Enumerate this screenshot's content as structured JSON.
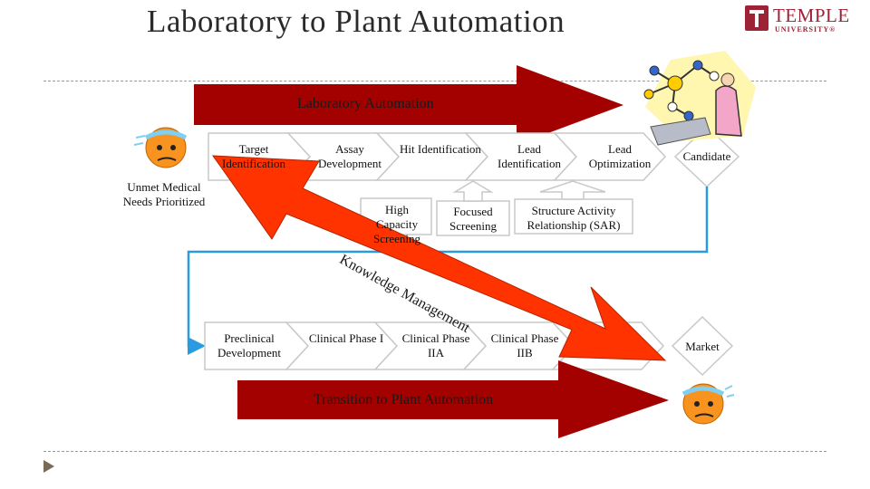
{
  "slide": {
    "title": "Laboratory to Plant Automation",
    "logo": {
      "name": "TEMPLE",
      "sub": "UNIVERSITY®"
    }
  },
  "diagram": {
    "arrows": {
      "top": "Laboratory Automation",
      "bottom": "Transition to Plant Automation",
      "diagonal": "Knowledge Management"
    },
    "start_label": "Unmet Medical Needs Prioritized",
    "row1": [
      "Target Identification",
      "Assay Development",
      "Hit Identification",
      "Lead Identification",
      "Lead Optimization"
    ],
    "row1_end": "Candidate",
    "support": [
      "High Capacity Screening",
      "Focused Screening",
      "Structure Activity Relationship (SAR)"
    ],
    "row2": [
      "Preclinical Development",
      "Clinical Phase I",
      "Clinical Phase IIA",
      "Clinical Phase IIB"
    ],
    "row2_end": "Market",
    "icons": [
      "worried-face-icon",
      "molecule-scientist-icon",
      "worried-face-icon"
    ],
    "colors": {
      "dark_arrow": "#a30000",
      "orange_arrow": "#ff3300",
      "connector": "#2b9be0",
      "chevron_border": "#c8c8c8"
    }
  }
}
